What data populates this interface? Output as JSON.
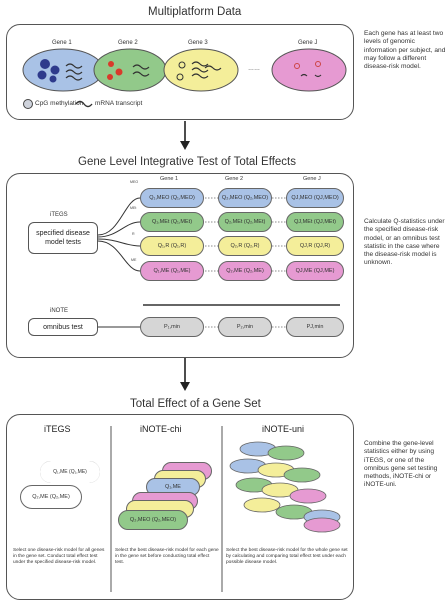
{
  "section1": {
    "title": "Multiplatform Data",
    "genes": [
      "Gene 1",
      "Gene 2",
      "Gene 3",
      "Gene J"
    ],
    "ellipsis": "……",
    "legend_cpg": "CpG methylation",
    "legend_mrna": "mRNA transcript",
    "note": "Each gene has at least two levels of genomic information per subject, and may follow a different disease-risk model."
  },
  "section2": {
    "title": "Gene Level Integrative Test of Total Effects",
    "genes": [
      "Gene 1",
      "Gene 2",
      "Gene J"
    ],
    "itegs_label": "iTEGS",
    "itegs_box": "specified disease model tests",
    "inote_label": "iNOTE",
    "inote_box": "omnibus test",
    "row_labels": [
      "MEO",
      "MEt",
      "R",
      "ME"
    ],
    "rows": [
      {
        "color": "blue",
        "cells": [
          "Q₁,MEO (Q₁,MEO)",
          "Q₂,MEO (Q₂,MEO)",
          "QJ,MEO (QJ,MEO)"
        ]
      },
      {
        "color": "green",
        "cells": [
          "Q₁,MEt (Q₁,MEt)",
          "Q₂,MEt (Q₂,MEt)",
          "QJ,MEt (QJ,MEt)"
        ]
      },
      {
        "color": "yellow",
        "cells": [
          "Q₁,R (Q₁,R)",
          "Q₂,R (Q₂,R)",
          "QJ,R (QJ,R)"
        ]
      },
      {
        "color": "pink",
        "cells": [
          "Q₁,ME (Q₁,ME)",
          "Q₂,ME (Q₂,ME)",
          "QJ,ME (QJ,ME)"
        ]
      }
    ],
    "pvals": [
      "P₁,min",
      "P₂,min",
      "PJ,min"
    ],
    "note": "Calculate Q-statistics under the specified disease-risk model, or an omnibus test statistic in the case where the disease-risk model is unknown."
  },
  "section3": {
    "title": "Total Effect of a Gene Set",
    "col1_title": "iTEGS",
    "col2_title": "iNOTE-chi",
    "col3_title": "iNOTE-uni",
    "col1_cells": [
      "Q₁,ME (Q₁,ME)",
      "Q₂,ME (Q₂,ME)"
    ],
    "col2_cells": [
      "Q₁,ME",
      "Q₂,MEO (Q₂,MEO)"
    ],
    "col1_caption": "Select one disease-risk model for all genes in the gene set. Conduct total effect test under the specified disease-risk model.",
    "col2_caption": "Select the best disease-risk model for each gene in the gene set before conducting total effect test.",
    "col3_caption": "Select the best disease-risk model for the whole gene set by calculating and comparing total effect test under each possible disease model.",
    "note": "Combine the gene-level statistics either by using iTEGS, or one of the omnibus gene set testing methods, iNOTE-chi or iNOTE-uni."
  },
  "colors": {
    "blue": "#a9c2e6",
    "green": "#92c98a",
    "yellow": "#f4ee9a",
    "pink": "#e69ad2",
    "gray": "#d6d6d6"
  }
}
